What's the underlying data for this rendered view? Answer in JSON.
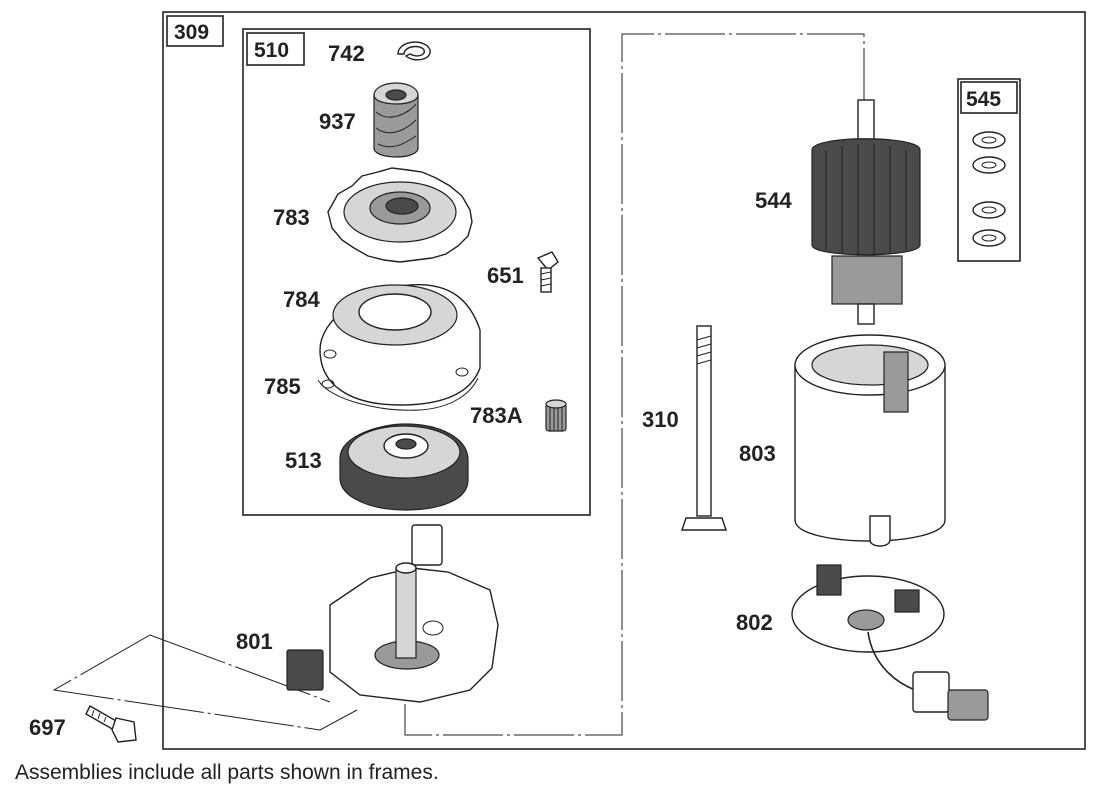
{
  "frames": {
    "main_label": "309",
    "drive_label": "510",
    "washers_label": "545"
  },
  "parts": {
    "p742": "742",
    "p937": "937",
    "p783": "783",
    "p651": "651",
    "p784": "784",
    "p785": "785",
    "p783a": "783A",
    "p513": "513",
    "p544": "544",
    "p310": "310",
    "p803": "803",
    "p801": "801",
    "p802": "802",
    "p697": "697"
  },
  "footnote": "Assemblies include all parts shown in frames."
}
